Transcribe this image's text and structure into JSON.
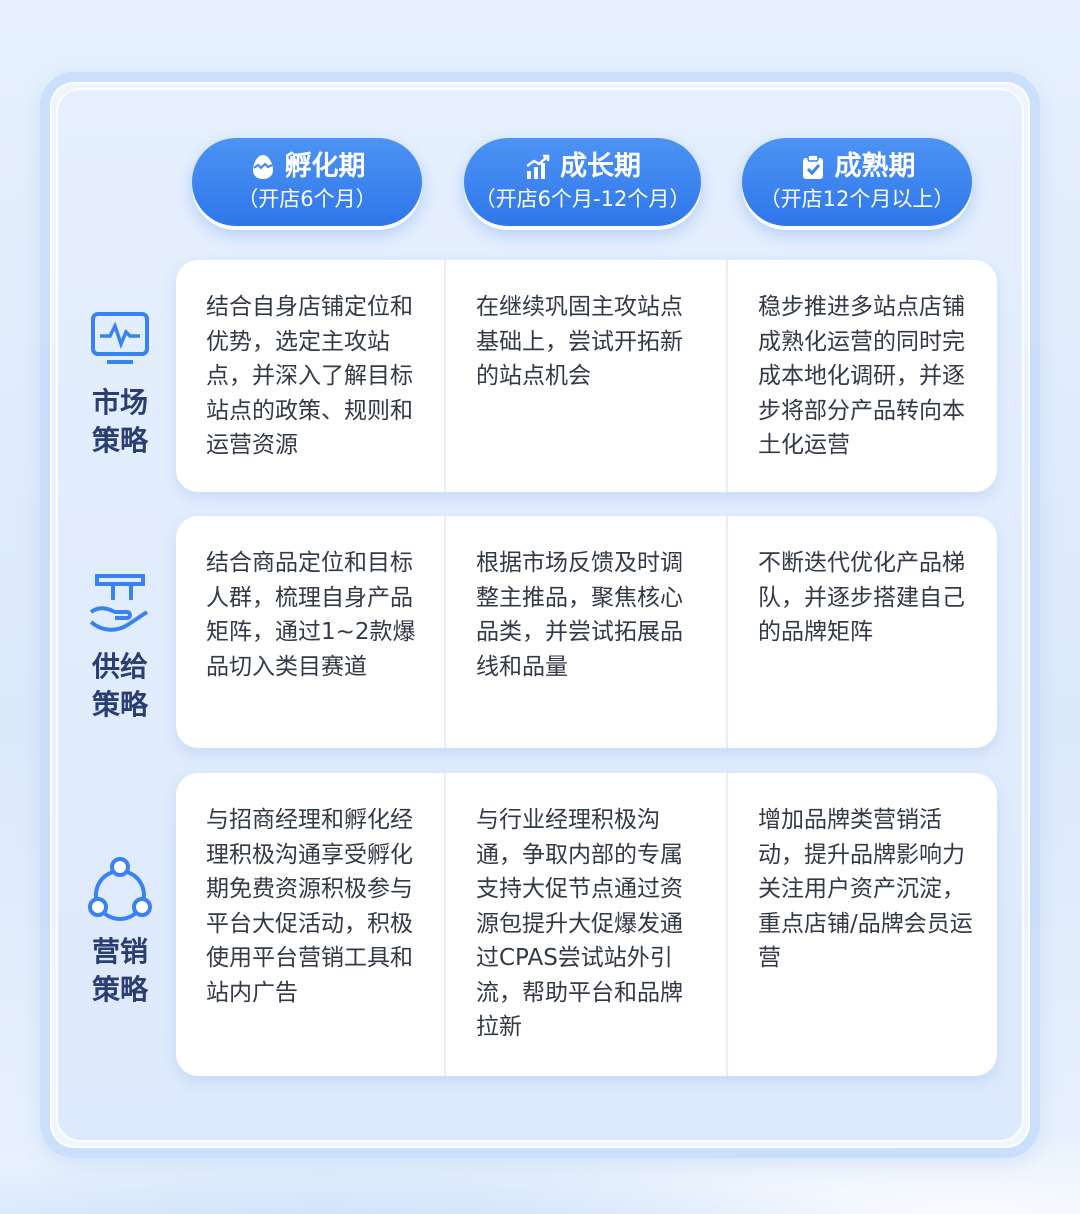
{
  "phases": [
    {
      "icon": "egg-icon",
      "title": "孵化期",
      "sub": "（开店6个月）"
    },
    {
      "icon": "growth-chart-icon",
      "title": "成长期",
      "sub": "（开店6个月-12个月）"
    },
    {
      "icon": "clipboard-check-icon",
      "title": "成熟期",
      "sub": "（开店12个月以上）"
    }
  ],
  "rows": [
    {
      "icon": "monitor-pulse-icon",
      "label": "市场策略",
      "cells": [
        "结合自身店铺定位和优势，选定主攻站点，并深入了解目标站点的政策、规则和运营资源",
        "在继续巩固主攻站点基础上，尝试开拓新的站点机会",
        "稳步推进多站点店铺成熟化运营的同时完成本地化调研，并逐步将部分产品转向本土化运营"
      ]
    },
    {
      "icon": "hand-box-icon",
      "label": "供给策略",
      "cells": [
        "结合商品定位和目标人群，梳理自身产品矩阵，通过1~2款爆品切入类目赛道",
        "根据市场反馈及时调整主推品，聚焦核心品类，并尝试拓展品线和品量",
        "不断迭代优化产品梯队，并逐步搭建自己的品牌矩阵"
      ]
    },
    {
      "icon": "network-icon",
      "label": "营销策略",
      "cells": [
        "与招商经理和孵化经理积极沟通享受孵化期免费资源积极参与平台大促活动，积极使用平台营销工具和站内广告",
        "与行业经理积极沟通，争取内部的专属支持大促节点通过资源包提升大促爆发通过CPAS尝试站外引流，帮助平台和品牌拉新",
        "增加品牌类营销活动，提升品牌影响力关注用户资产沉淀，重点店铺/品牌会员运营"
      ]
    }
  ],
  "colors": {
    "accent": "#3a82f0",
    "label": "#2b3e72",
    "text": "#333a45"
  }
}
